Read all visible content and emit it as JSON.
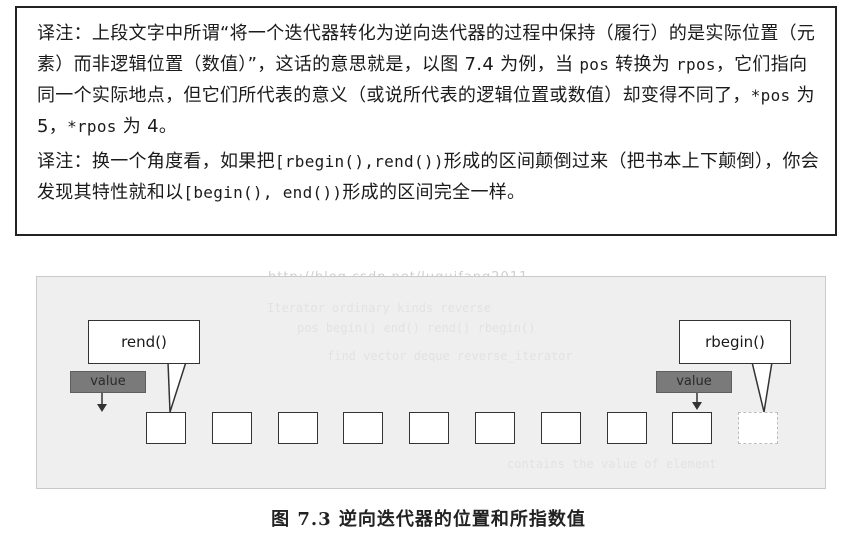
{
  "note": {
    "para1": [
      {
        "t": "译注：上段文字中所谓“将一个迭代器转化为逆向迭代器的过程中保持（履行）的是实际位置（元素）而非逻辑位置（数值）”，这话的意思就是，以图 7.4 为例，当 ",
        "mono": false
      },
      {
        "t": "pos",
        "mono": true
      },
      {
        "t": " 转换为 ",
        "mono": false
      },
      {
        "t": "rpos",
        "mono": true
      },
      {
        "t": "，它们指向同一个实际地点，但它们所代表的意义（或说所代表的逻辑位置或数值）却变得不同了，",
        "mono": false
      },
      {
        "t": "*pos",
        "mono": true
      },
      {
        "t": " 为 5，",
        "mono": false
      },
      {
        "t": "*rpos",
        "mono": true
      },
      {
        "t": " 为 4。",
        "mono": false
      }
    ],
    "para2": [
      {
        "t": "译注：换一个角度看，如果把",
        "mono": false
      },
      {
        "t": "[rbegin(),rend())",
        "mono": true
      },
      {
        "t": "形成的区间颠倒过来（把书本上下颠倒），你会发现其特性就和以",
        "mono": false
      },
      {
        "t": "[begin(), end())",
        "mono": true
      },
      {
        "t": "形成的区间完全一样。",
        "mono": false
      }
    ]
  },
  "watermark": "http://blog.csdn.net/luguifang2011",
  "figure": {
    "rend_label": "rend()",
    "rbegin_label": "rbegin()",
    "value_left": "value",
    "value_right": "value",
    "cell_count": 10,
    "last_cell_faded": true,
    "ghost_lines": [
      "Iterator ordinary kinds reverse",
      "pos begin() end() rend() rbegin()",
      "find vector deque reverse_iterator",
      "contains the value of element"
    ]
  },
  "caption": "图 7.3    逆向迭代器的位置和所指数值"
}
